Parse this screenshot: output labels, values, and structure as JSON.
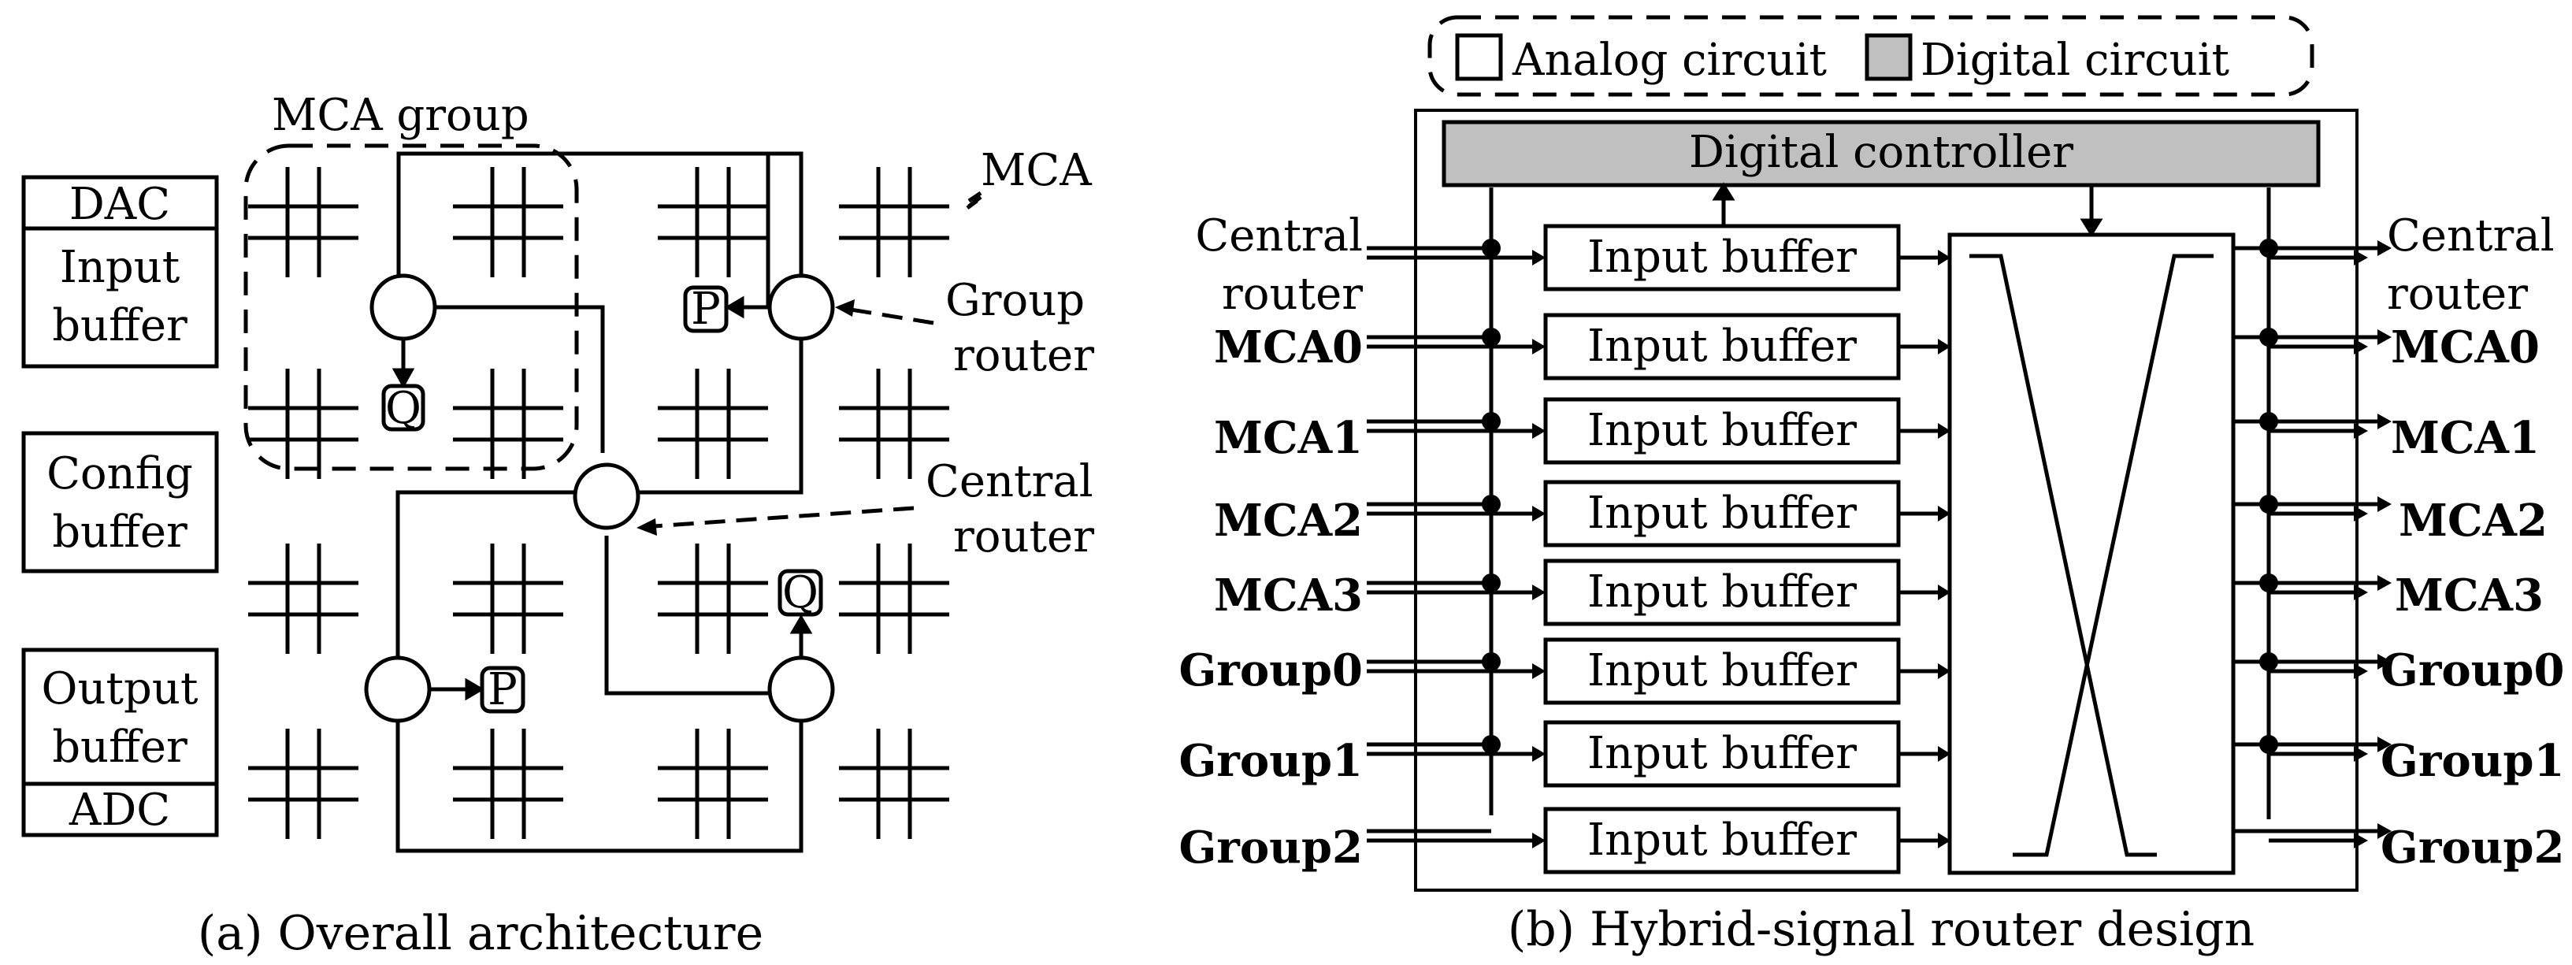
{
  "legend": {
    "analog": "Analog circuit",
    "digital": "Digital circuit",
    "colors": {
      "analog_fill": "#ffffff",
      "digital_fill": "#c0c0c0"
    }
  },
  "left": {
    "caption": "(a) Overall architecture",
    "blocks": {
      "dac": "DAC",
      "input_buffer": [
        "Input",
        "buffer"
      ],
      "config_buffer": [
        "Config",
        "buffer"
      ],
      "output_buffer": [
        "Output",
        "buffer"
      ],
      "adc": "ADC"
    },
    "labels": {
      "mca_group": "MCA group",
      "mca": "MCA",
      "group_router": [
        "Group",
        "router"
      ],
      "central_router": [
        "Central",
        "router"
      ]
    },
    "markers": {
      "p": "P",
      "q": "Q"
    }
  },
  "right": {
    "caption": "(b) Hybrid-signal router design",
    "controller": "Digital controller",
    "buffer_label": "Input buffer",
    "inputs": [
      "Central",
      "router",
      "MCA0",
      "MCA1",
      "MCA2",
      "MCA3",
      "Group0",
      "Group1",
      "Group2"
    ],
    "outputs": [
      "Central",
      "router",
      "MCA0",
      "MCA1",
      "MCA2",
      "MCA3",
      "Group0",
      "Group1",
      "Group2"
    ]
  }
}
